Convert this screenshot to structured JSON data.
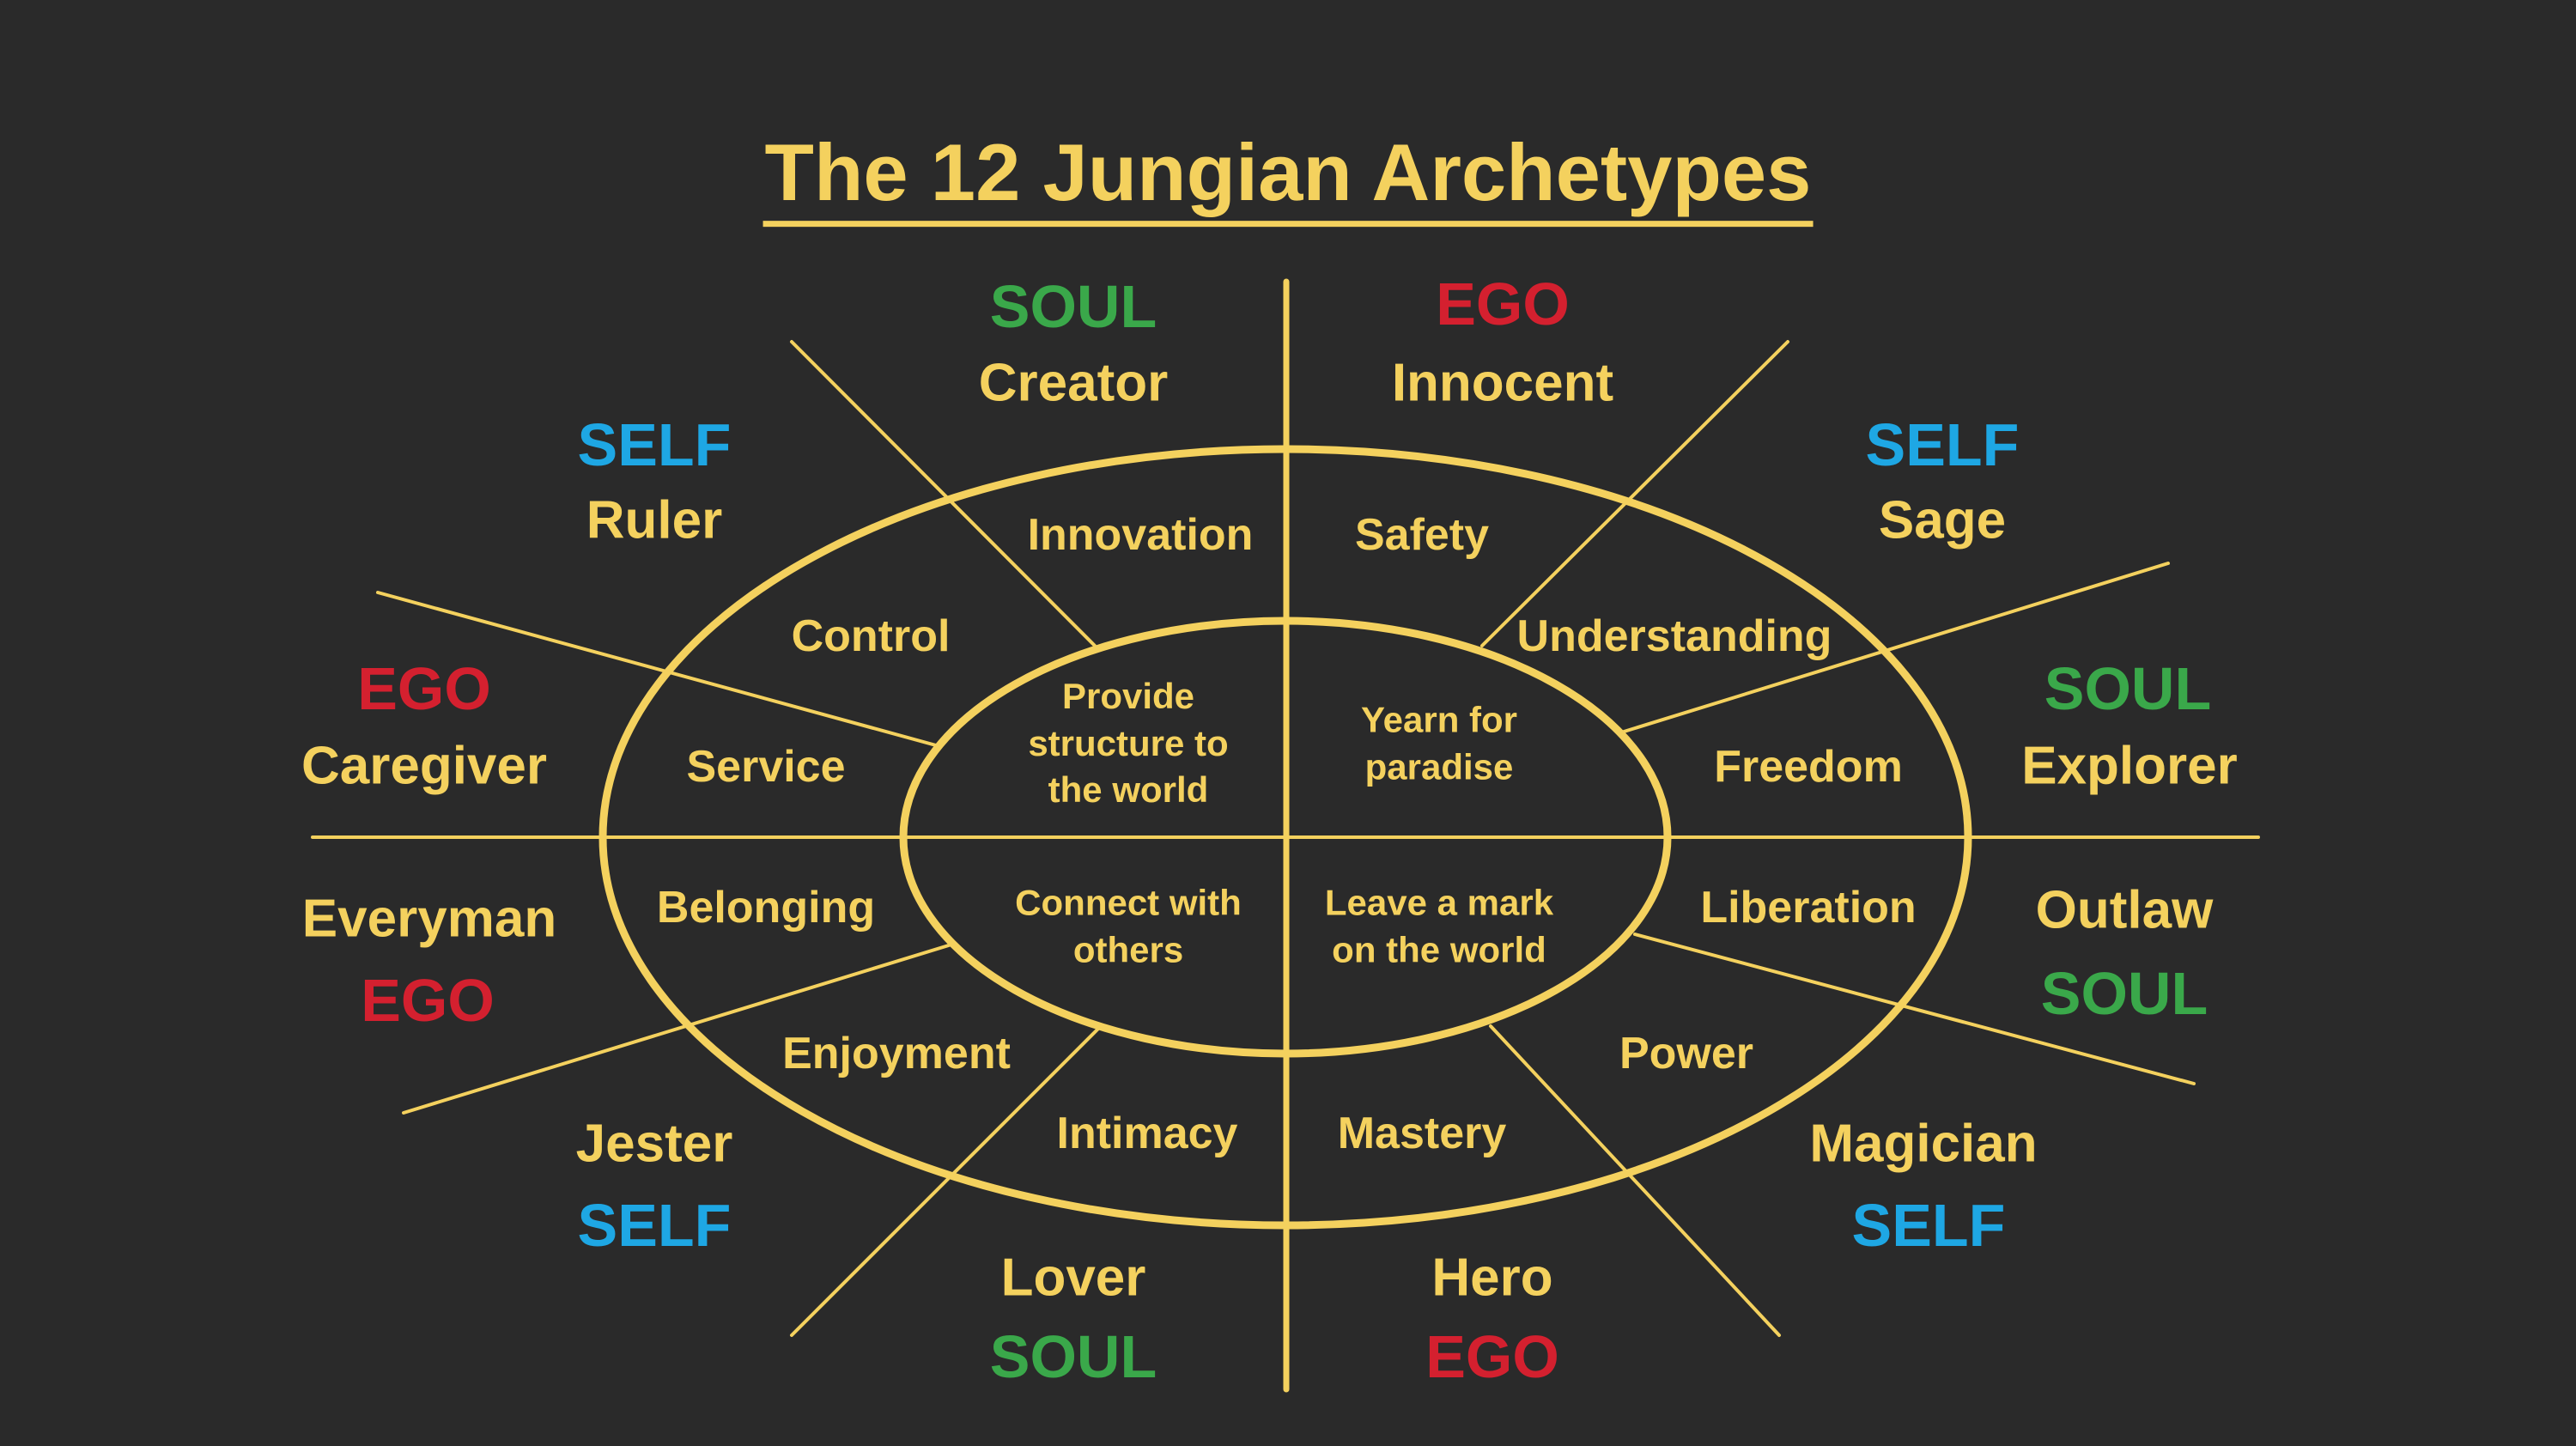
{
  "title": "The 12 Jungian Archetypes",
  "colors": {
    "background": "#2a2a2a",
    "accent": "#f4d15e",
    "ego": "#d4202f",
    "soul": "#3aa84a",
    "self": "#1ea7e4"
  },
  "archetypes": [
    {
      "id": "creator",
      "name": "Creator",
      "group": "SOUL",
      "motivation": "Innovation"
    },
    {
      "id": "innocent",
      "name": "Innocent",
      "group": "EGO",
      "motivation": "Safety"
    },
    {
      "id": "sage",
      "name": "Sage",
      "group": "SELF",
      "motivation": "Understanding"
    },
    {
      "id": "explorer",
      "name": "Explorer",
      "group": "SOUL",
      "motivation": "Freedom"
    },
    {
      "id": "outlaw",
      "name": "Outlaw",
      "group": "SOUL",
      "motivation": "Liberation"
    },
    {
      "id": "magician",
      "name": "Magician",
      "group": "SELF",
      "motivation": "Power"
    },
    {
      "id": "hero",
      "name": "Hero",
      "group": "EGO",
      "motivation": "Mastery"
    },
    {
      "id": "lover",
      "name": "Lover",
      "group": "SOUL",
      "motivation": "Intimacy"
    },
    {
      "id": "jester",
      "name": "Jester",
      "group": "SELF",
      "motivation": "Enjoyment"
    },
    {
      "id": "everyman",
      "name": "Everyman",
      "group": "EGO",
      "motivation": "Belonging"
    },
    {
      "id": "caregiver",
      "name": "Caregiver",
      "group": "EGO",
      "motivation": "Service"
    },
    {
      "id": "ruler",
      "name": "Ruler",
      "group": "SELF",
      "motivation": "Control"
    }
  ],
  "quadrants": [
    {
      "id": "top-left",
      "text": "Provide\nstructure to\nthe world"
    },
    {
      "id": "top-right",
      "text": "Yearn for\nparadise"
    },
    {
      "id": "bottom-left",
      "text": "Connect with\nothers"
    },
    {
      "id": "bottom-right",
      "text": "Leave a mark\non the world"
    }
  ]
}
